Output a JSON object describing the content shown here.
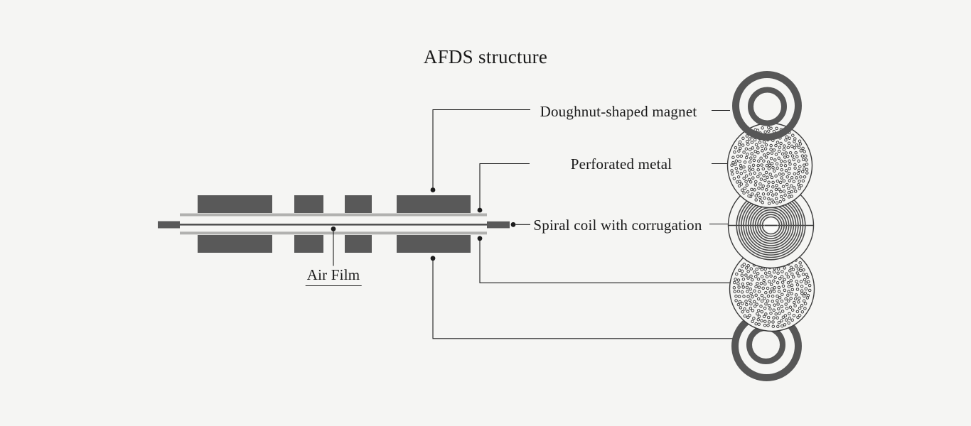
{
  "title": "AFDS structure",
  "labels": {
    "magnet": "Doughnut-shaped magnet",
    "perforated": "Perforated metal",
    "spiral": "Spiral coil with corrugation",
    "air_film": "Air Film"
  },
  "colors": {
    "background": "#f5f5f3",
    "block": "#595959",
    "bar": "#b1b1af",
    "coil_line": "#515151",
    "leader": "#1c1c1c",
    "ring": "#575757",
    "outline": "#3a3a3a",
    "spiral_ring": "#4c4c4c",
    "dot_fill": "#fbfbfa",
    "text": "#1a1a1a"
  }
}
